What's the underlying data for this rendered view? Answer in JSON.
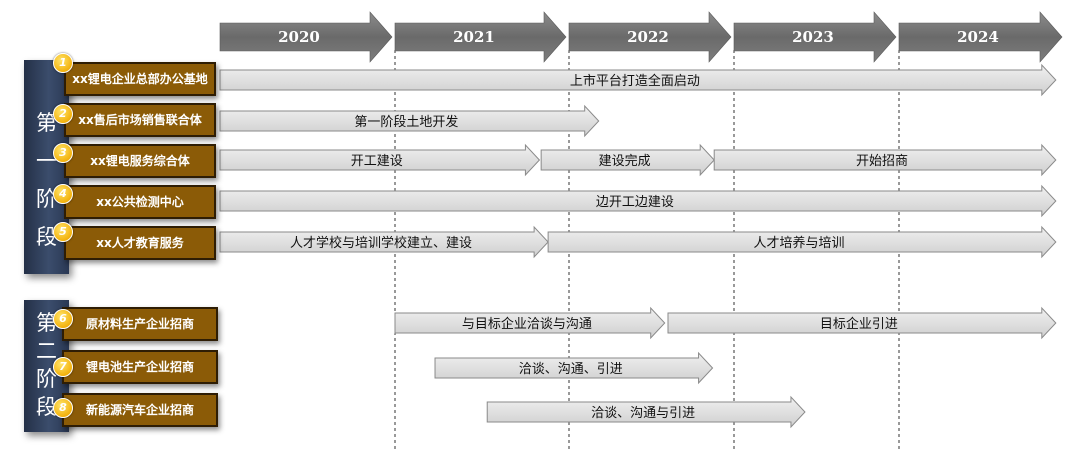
{
  "years": [
    "2020",
    "2021",
    "2022",
    "2023",
    "2024"
  ],
  "stages": [
    {
      "name": "stage-1",
      "chars": [
        "第",
        "一",
        "阶",
        "段"
      ]
    },
    {
      "name": "stage-2",
      "chars": [
        "第",
        "二",
        "阶",
        "段"
      ]
    }
  ],
  "tasks": [
    {
      "num": "1",
      "label": "xx锂电企业总部办公基地"
    },
    {
      "num": "2",
      "label": "xx售后市场销售联合体"
    },
    {
      "num": "3",
      "label": "xx锂电服务综合体"
    },
    {
      "num": "4",
      "label": "xx公共检测中心"
    },
    {
      "num": "5",
      "label": "xx人才教育服务"
    },
    {
      "num": "6",
      "label": "原材料生产企业招商"
    },
    {
      "num": "7",
      "label": "锂电池生产企业招商"
    },
    {
      "num": "8",
      "label": "新能源汽车企业招商"
    }
  ],
  "bars": [
    {
      "task": 0,
      "start": 2020.0,
      "end": 2024.98,
      "label": "上市平台打造全面启动"
    },
    {
      "task": 1,
      "start": 2020.0,
      "end": 2022.18,
      "label": "第一阶段土地开发"
    },
    {
      "task": 2,
      "start": 2020.0,
      "end": 2021.83,
      "label": "开工建设"
    },
    {
      "task": 2,
      "start": 2021.84,
      "end": 2022.88,
      "label": "建设完成"
    },
    {
      "task": 2,
      "start": 2022.88,
      "end": 2024.98,
      "label": "开始招商"
    },
    {
      "task": 3,
      "start": 2020.0,
      "end": 2024.98,
      "label": "边开工边建设"
    },
    {
      "task": 4,
      "start": 2020.0,
      "end": 2021.88,
      "label": "人才学校与培训学校建立、建设"
    },
    {
      "task": 4,
      "start": 2021.88,
      "end": 2024.98,
      "label": "人才培养与培训"
    },
    {
      "task": 5,
      "start": 2021.0,
      "end": 2022.58,
      "label": "与目标企业洽谈与沟通"
    },
    {
      "task": 5,
      "start": 2022.6,
      "end": 2024.98,
      "label": "目标企业引进"
    },
    {
      "task": 6,
      "start": 2021.23,
      "end": 2022.87,
      "label": "洽谈、沟通、引进"
    },
    {
      "task": 7,
      "start": 2021.53,
      "end": 2023.43,
      "label": "洽谈、沟通与引进"
    }
  ]
}
